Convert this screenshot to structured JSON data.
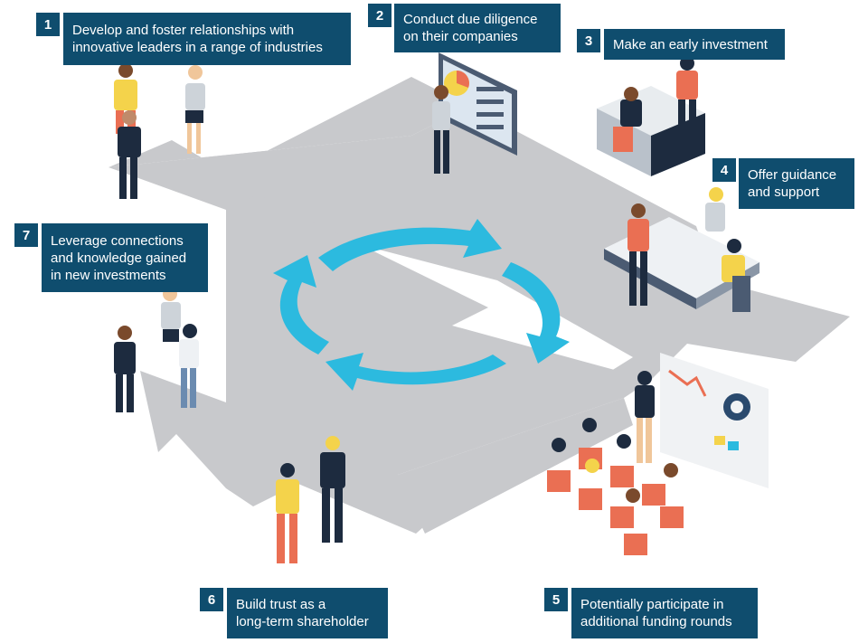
{
  "steps": [
    {
      "number": "1",
      "text": "Develop and foster relationships with\ninnovative leaders in a range of industries"
    },
    {
      "number": "2",
      "text": "Conduct due diligence\non their companies"
    },
    {
      "number": "3",
      "text": "Make an early investment"
    },
    {
      "number": "4",
      "text": "Offer guidance\nand support"
    },
    {
      "number": "5",
      "text": "Potentially participate in\nadditional funding rounds"
    },
    {
      "number": "6",
      "text": "Build trust as a\nlong-term shareholder"
    },
    {
      "number": "7",
      "text": "Leverage connections\nand knowledge gained\nin new investments"
    }
  ],
  "colors": {
    "label_bg": "#0f4d6e",
    "path_gray": "#c8c9cc",
    "cycle_cyan": "#2cbadf",
    "person_orange": "#ea6f53",
    "person_yellow": "#f4d34b",
    "person_navy": "#1d2b3f"
  }
}
